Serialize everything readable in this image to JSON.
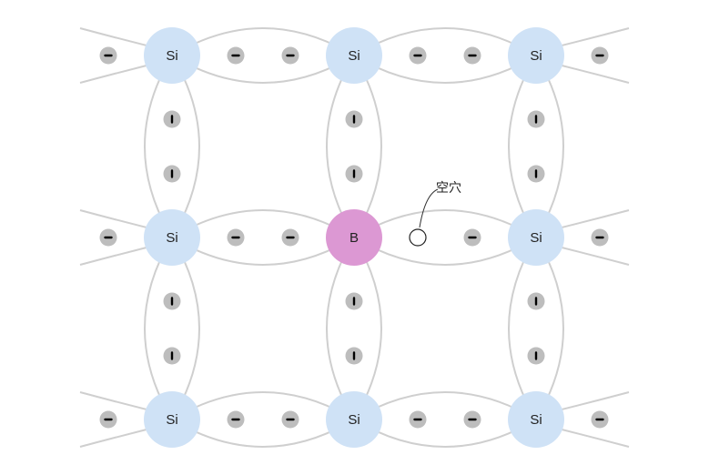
{
  "diagram": {
    "colors": {
      "si_atom": "#cfe2f6",
      "boron_atom": "#dc98d3",
      "bond": "#cfcfcf",
      "electron": "#bdbdbd",
      "electron_mark": "#000000",
      "hole_stroke": "#222222",
      "background": "#ffffff"
    },
    "atoms": [
      {
        "row": 0,
        "col": 0,
        "label": "Si",
        "kind": "si"
      },
      {
        "row": 0,
        "col": 1,
        "label": "Si",
        "kind": "si"
      },
      {
        "row": 0,
        "col": 2,
        "label": "Si",
        "kind": "si"
      },
      {
        "row": 1,
        "col": 0,
        "label": "Si",
        "kind": "si"
      },
      {
        "row": 1,
        "col": 1,
        "label": "B",
        "kind": "boron"
      },
      {
        "row": 1,
        "col": 2,
        "label": "Si",
        "kind": "si"
      },
      {
        "row": 2,
        "col": 0,
        "label": "Si",
        "kind": "si"
      },
      {
        "row": 2,
        "col": 1,
        "label": "Si",
        "kind": "si"
      },
      {
        "row": 2,
        "col": 2,
        "label": "Si",
        "kind": "si"
      }
    ],
    "hole": {
      "label": "空穴"
    },
    "electron_icon": "minus-electron-icon"
  }
}
